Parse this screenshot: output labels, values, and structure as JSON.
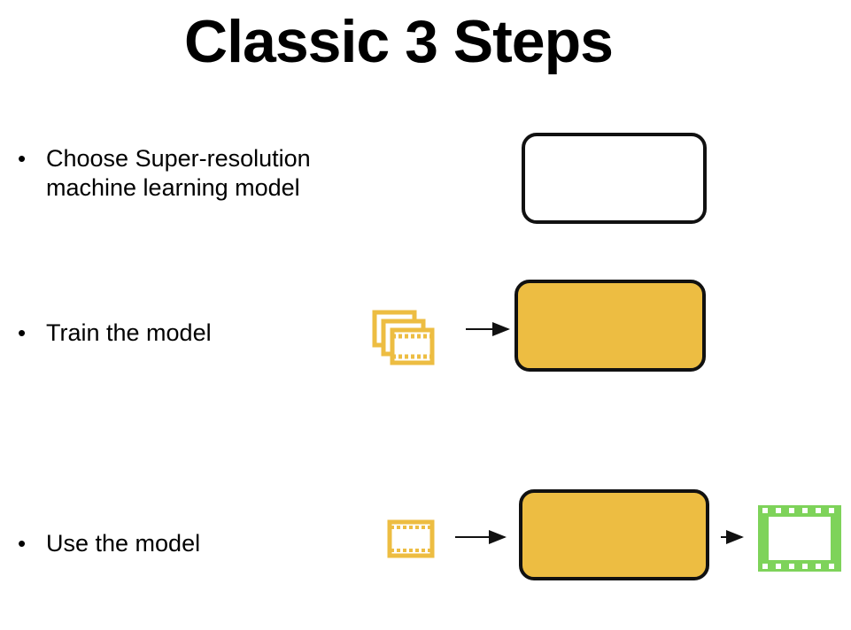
{
  "title": "Classic 3 Steps",
  "bullets": [
    {
      "line1": "Choose Super-resolution",
      "line2": "machine learning model"
    },
    {
      "line1": "Train the model"
    },
    {
      "line1": "Use the model"
    }
  ],
  "colors": {
    "model_fill": "#edbd42",
    "film_yellow": "#edbd42",
    "film_green": "#7ed35a",
    "outline": "#111111"
  },
  "icons": {
    "untrained_model": "empty-box-icon",
    "training_data": "film-stack-icon",
    "input_video": "film-frame-icon",
    "output_video": "film-frame-large-icon"
  }
}
